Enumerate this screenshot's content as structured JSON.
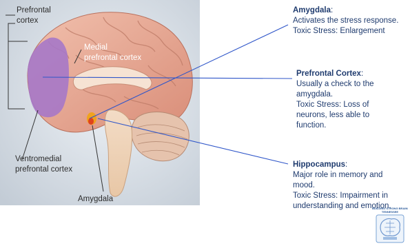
{
  "figure": {
    "labels": {
      "prefrontal_line1": "Prefrontal",
      "prefrontal_line2": "cortex",
      "medial_line1": "Medial",
      "medial_line2": "prefrontal cortex",
      "ventro_line1": "Ventromedial",
      "ventro_line2": "prefrontal cortex",
      "amygdala": "Amygdala"
    }
  },
  "notes": {
    "amygdala": {
      "title": "Amygdala",
      "lines": [
        "Activates the stress response.",
        "Toxic Stress: Enlargement"
      ]
    },
    "prefrontal": {
      "title": "Prefrontal Cortex",
      "lines": [
        "Usually a check to the",
        "amygdala.",
        "Toxic Stress: Loss of",
        "neurons, less able to",
        "function."
      ]
    },
    "hippocampus": {
      "title": "Hippocampus",
      "lines": [
        "Major role in memory and",
        "mood.",
        "Toxic Stress: Impairment in",
        "understanding and emotion."
      ]
    }
  },
  "logo": {
    "text_line1": "BUILDING STRONG BRAINS",
    "text_line2": "TENNESSEE"
  },
  "colors": {
    "connector": "#2f56c9",
    "brain": "#e8a58f",
    "cortex_highlight": "#a678c8",
    "amygdala_spot": "#f08a1e",
    "note_text": "#1f3b6e"
  }
}
